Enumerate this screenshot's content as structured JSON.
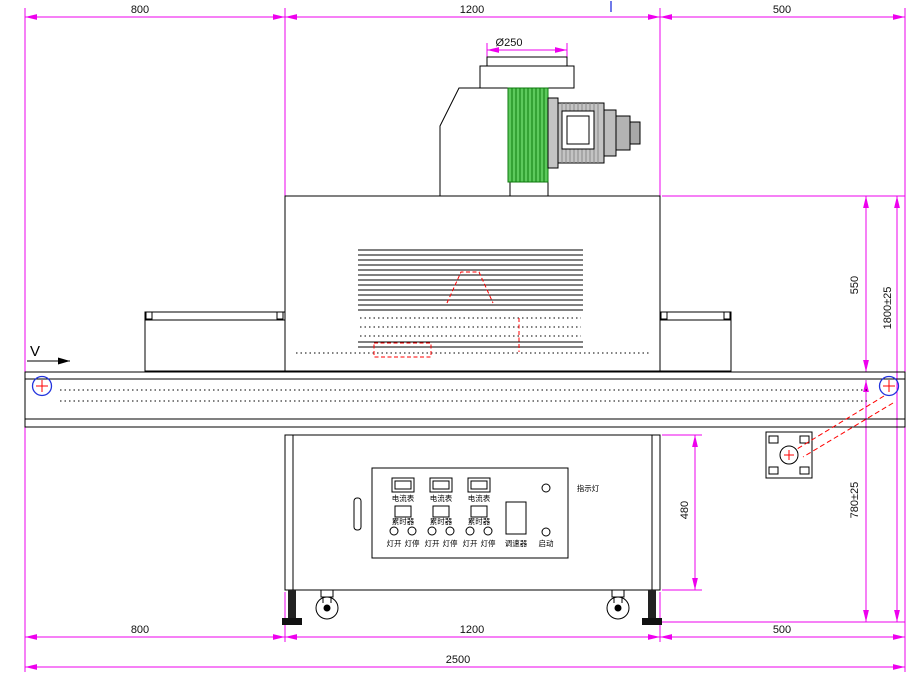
{
  "colors": {
    "background": "#ffffff",
    "outline": "#000000",
    "dimension": "#ee00ee",
    "accent_red": "#ff0000",
    "accent_blue": "#2233dd",
    "fin_green": "#5cc95c",
    "fin_green_dark": "#0c7a0c",
    "motor_gray": "#c4c4c4"
  },
  "dimensions": {
    "top": [
      "800",
      "1200",
      "500"
    ],
    "bottom": [
      "800",
      "1200",
      "500"
    ],
    "overall_width": "2500",
    "fan_flange_diameter": "Ø250",
    "chamber_height": "550",
    "overall_height": "1800±25",
    "belt_height": "780±25",
    "cabinet_height": "480"
  },
  "belt_direction_label": "V",
  "control_panel": {
    "ammeter_label": "电流表",
    "timer_label": "累时器",
    "lamp_on_label": "灯开",
    "lamp_off_label": "灯停",
    "speed_controller_label": "调速器",
    "start_label": "启动",
    "indicator_label": "指示灯"
  }
}
